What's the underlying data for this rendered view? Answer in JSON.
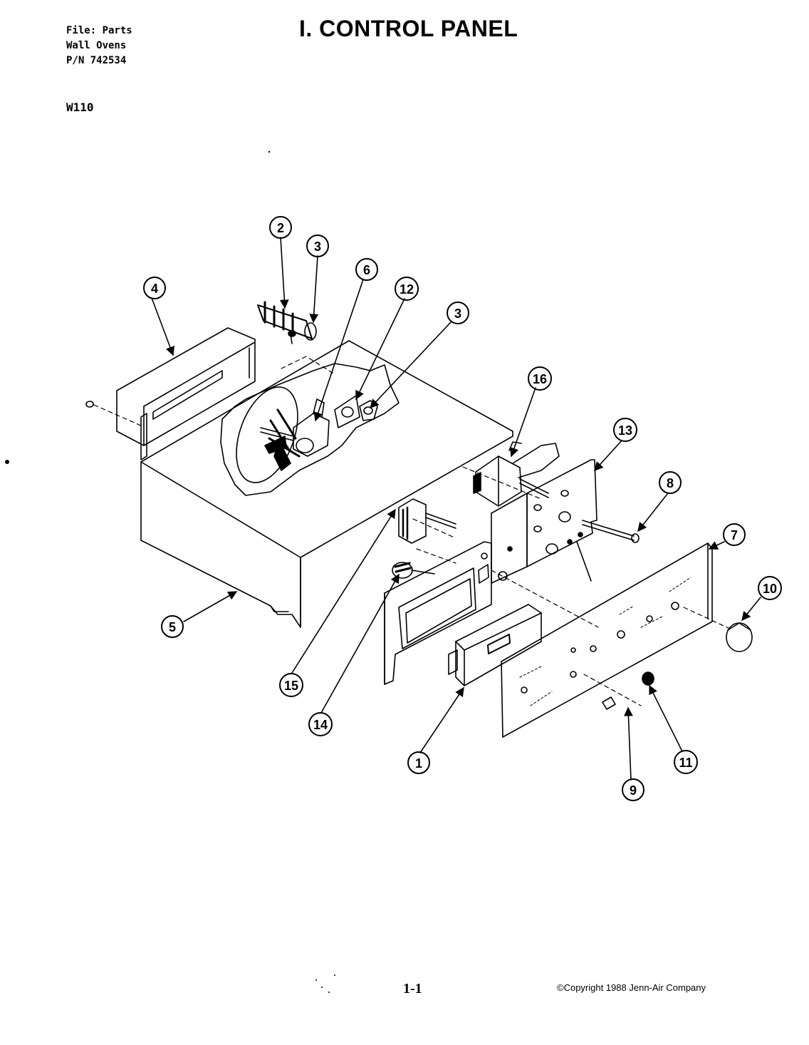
{
  "header": {
    "file_line": "File: Parts",
    "product_line": "Wall Ovens",
    "part_number_line": "P/N 742534",
    "model": "W110",
    "title": "I. CONTROL PANEL"
  },
  "callouts": [
    {
      "id": "callout-1",
      "label": "1"
    },
    {
      "id": "callout-2",
      "label": "2"
    },
    {
      "id": "callout-3a",
      "label": "3"
    },
    {
      "id": "callout-3b",
      "label": "3"
    },
    {
      "id": "callout-4",
      "label": "4"
    },
    {
      "id": "callout-5",
      "label": "5"
    },
    {
      "id": "callout-6",
      "label": "6"
    },
    {
      "id": "callout-7",
      "label": "7"
    },
    {
      "id": "callout-8",
      "label": "8"
    },
    {
      "id": "callout-9",
      "label": "9"
    },
    {
      "id": "callout-10",
      "label": "10"
    },
    {
      "id": "callout-11",
      "label": "11"
    },
    {
      "id": "callout-12",
      "label": "12"
    },
    {
      "id": "callout-13",
      "label": "13"
    },
    {
      "id": "callout-14",
      "label": "14"
    },
    {
      "id": "callout-15",
      "label": "15"
    },
    {
      "id": "callout-16",
      "label": "16"
    }
  ],
  "footer": {
    "page_number": "1-1",
    "copyright": "©Copyright 1988 Jenn-Air Company"
  }
}
